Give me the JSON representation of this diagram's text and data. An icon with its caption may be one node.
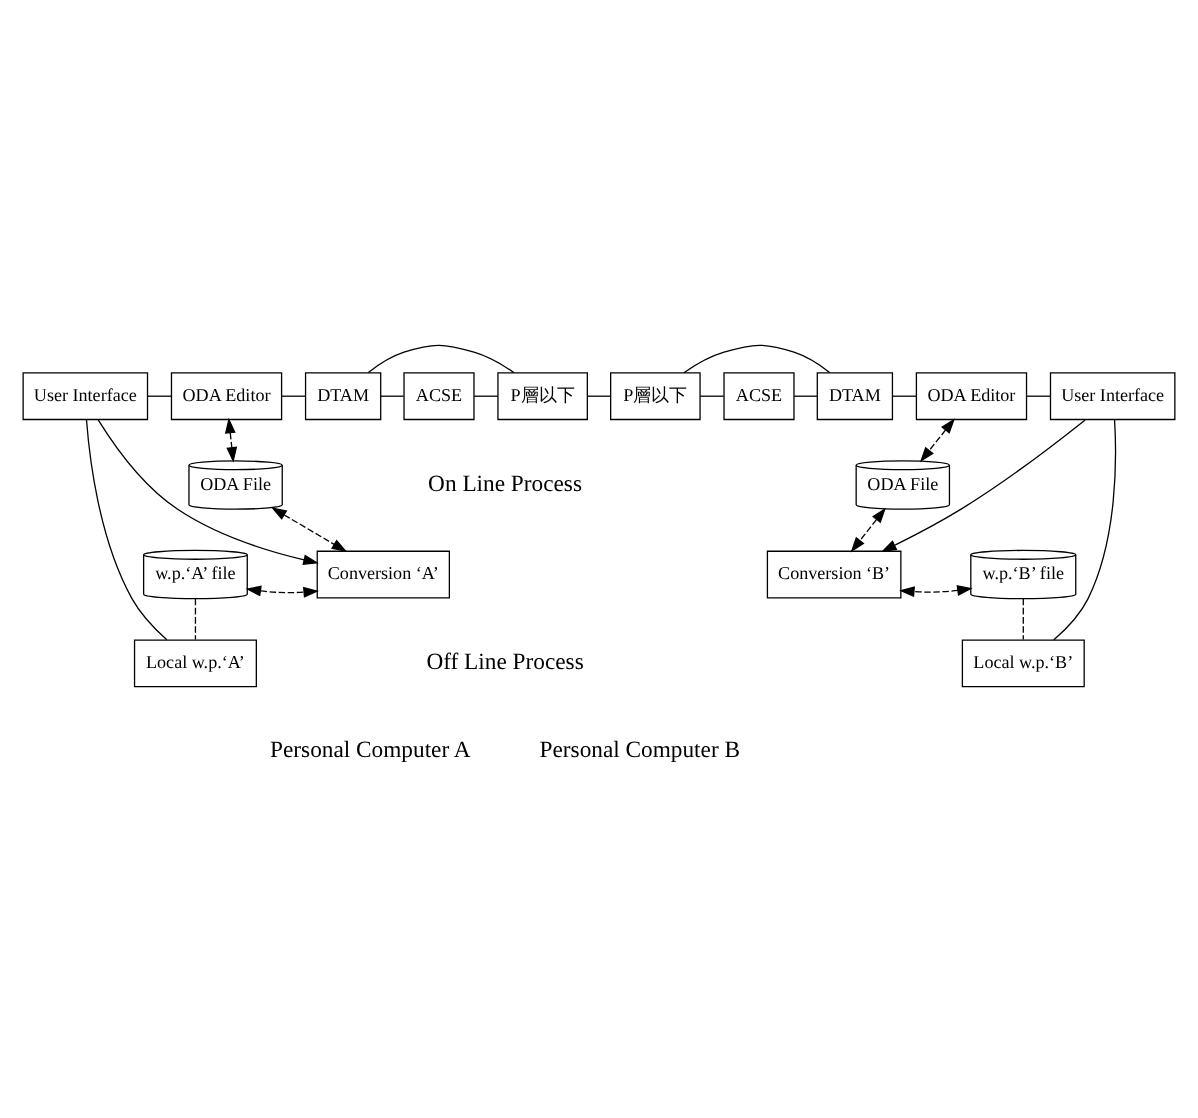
{
  "diagram": {
    "nodes": [
      {
        "text": [
          "User Interface"
        ]
      },
      {
        "text": [
          "ODA Editor"
        ]
      },
      {
        "text": [
          "DTAM"
        ]
      },
      {
        "text": [
          "ACSE"
        ]
      },
      {
        "text": [
          "P層以下"
        ]
      },
      {
        "text": [
          "P層以下"
        ]
      },
      {
        "text": [
          "ACSE"
        ]
      },
      {
        "text": [
          "DTAM"
        ]
      },
      {
        "text": [
          "ODA Editor"
        ]
      },
      {
        "text": [
          "User Interface"
        ]
      },
      {
        "text": [
          "ODA File"
        ]
      },
      {
        "text": [
          "ODA File"
        ]
      },
      {
        "text": [
          "Conversion ‘A’"
        ]
      },
      {
        "text": [
          "w.p.‘A’ file"
        ]
      },
      {
        "text": [
          "Conversion ‘B’"
        ]
      },
      {
        "text": [
          "w.p.‘B’ file"
        ]
      },
      {
        "text": [
          "Local w.p.‘A’"
        ]
      },
      {
        "text": [
          "Local w.p.‘B’"
        ]
      }
    ],
    "edges": [
      {
        "from": 0,
        "to": 1,
        "arrow": "none"
      },
      {
        "from": 1,
        "to": 2,
        "arrow": "none"
      },
      {
        "from": 2,
        "to": 3,
        "arrow": "none"
      },
      {
        "from": 3,
        "to": 4,
        "arrow": "none"
      },
      {
        "from": 2,
        "to": 4,
        "arrow": "none"
      },
      {
        "from": 4,
        "to": 5,
        "arrow": "none"
      },
      {
        "from": 5,
        "to": 6,
        "arrow": "none"
      },
      {
        "from": 5,
        "to": 7,
        "arrow": "none"
      },
      {
        "from": 6,
        "to": 7,
        "arrow": "none"
      },
      {
        "from": 7,
        "to": 8,
        "arrow": "none"
      },
      {
        "from": 8,
        "to": 9,
        "arrow": "none"
      },
      {
        "from": 1,
        "to": 10,
        "arrow": "both",
        "style": "dashed"
      },
      {
        "from": 8,
        "to": 11,
        "arrow": "both",
        "style": "dashed"
      },
      {
        "from": 10,
        "to": 12,
        "arrow": "both",
        "style": "dashed"
      },
      {
        "from": 11,
        "to": 14,
        "arrow": "both",
        "style": "dashed"
      },
      {
        "from": 0,
        "to": 12,
        "arrow": "to"
      },
      {
        "from": 9,
        "to": 14,
        "arrow": "to"
      },
      {
        "from": 13,
        "to": 12,
        "arrow": "both",
        "style": "dashed"
      },
      {
        "from": 15,
        "to": 14,
        "arrow": "both",
        "style": "dashed"
      },
      {
        "from": 13,
        "to": 16,
        "arrow": "none",
        "style": "dashed"
      },
      {
        "from": 15,
        "to": 17,
        "arrow": "none",
        "style": "dashed"
      },
      {
        "from": 16,
        "to": 0,
        "arrow": "none"
      },
      {
        "from": 17,
        "to": 9,
        "arrow": "none"
      }
    ],
    "labels": [
      "On Line Process",
      "Off Line Process",
      "Personal Computer A",
      "Personal Computer B"
    ]
  }
}
